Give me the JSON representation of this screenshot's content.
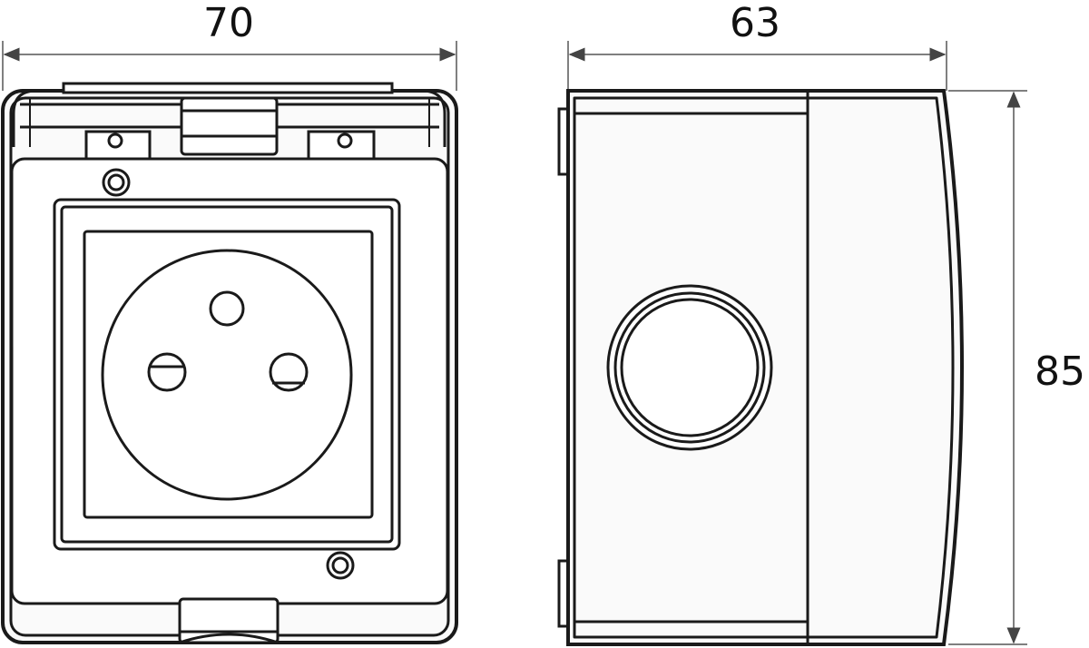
{
  "dimensions": {
    "width": "70",
    "depth": "63",
    "height": "85"
  },
  "views": [
    "front-view",
    "side-view"
  ]
}
